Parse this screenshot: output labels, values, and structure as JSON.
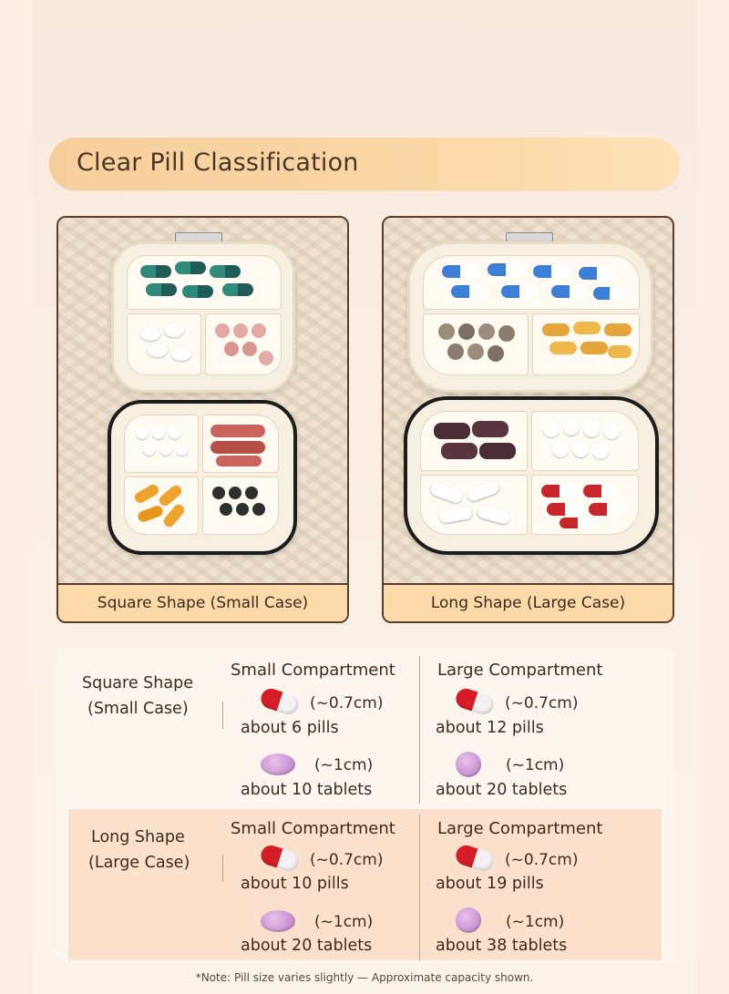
{
  "banner": {
    "title": "Clear Pill Classification"
  },
  "cards": {
    "small": {
      "caption": "Square Shape (Small Case)"
    },
    "large": {
      "caption": "Long Shape (Large Case)"
    }
  },
  "table": {
    "rows": [
      {
        "label_line1": "Square Shape",
        "label_line2": "(Small Case)",
        "small": {
          "header": "Small Compartment",
          "capsule_size": "(~0.7cm)",
          "capsule_count": "about 6 pills",
          "tablet_size": "(~1cm)",
          "tablet_count": "about 10 tablets"
        },
        "large": {
          "header": "Large Compartment",
          "capsule_size": "(~0.7cm)",
          "capsule_count": "about 12 pills",
          "tablet_size": "(~1cm)",
          "tablet_count": "about 20 tablets"
        }
      },
      {
        "label_line1": "Long Shape",
        "label_line2": "(Large Case)",
        "small": {
          "header": "Small Compartment",
          "capsule_size": "(~0.7cm)",
          "capsule_count": "about 10 pills",
          "tablet_size": "(~1cm)",
          "tablet_count": "about 20 tablets"
        },
        "large": {
          "header": "Large Compartment",
          "capsule_size": "(~0.7cm)",
          "capsule_count": "about 19 pills",
          "tablet_size": "(~1cm)",
          "tablet_count": "about 38 tablets"
        }
      }
    ]
  },
  "note": "*Note: Pill size varies slightly — Approximate capacity shown.",
  "colors": {
    "banner": "#fbd9a8",
    "border": "#5a3d2b",
    "capsule_red": "#d61c26",
    "tablet_purple": "#c88fd0"
  },
  "icons": [
    "capsule-icon",
    "tablet-icon"
  ]
}
